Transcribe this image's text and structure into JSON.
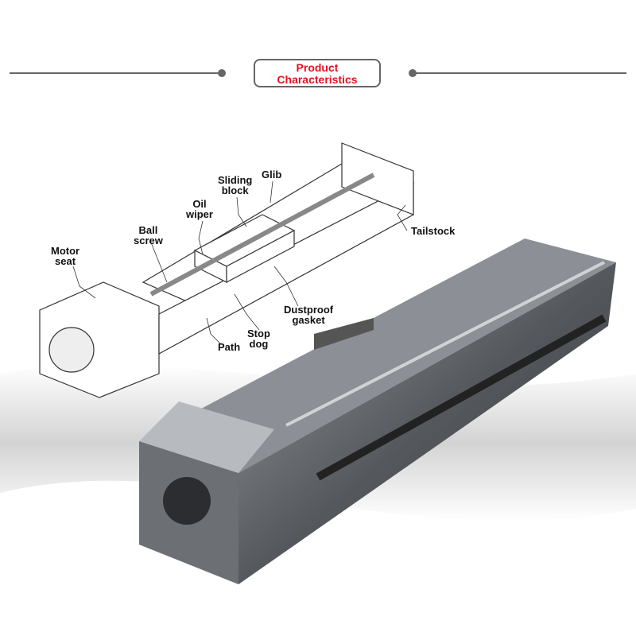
{
  "header": {
    "title_line1": "Product",
    "title_line2": "Characteristics"
  },
  "labels": {
    "motor_seat": [
      "Motor",
      "seat"
    ],
    "ball_screw": [
      "Ball",
      "screw"
    ],
    "oil_wiper": [
      "Oil",
      "wiper"
    ],
    "sliding_block": [
      "Sliding",
      "block"
    ],
    "glib": "Glib",
    "tailstock": "Tailstock",
    "dustproof_gasket": [
      "Dustproof",
      "gasket"
    ],
    "stop_dog": [
      "Stop",
      "dog"
    ],
    "path": "Path"
  },
  "colors": {
    "accent": "#e1141e",
    "line": "#666666"
  }
}
